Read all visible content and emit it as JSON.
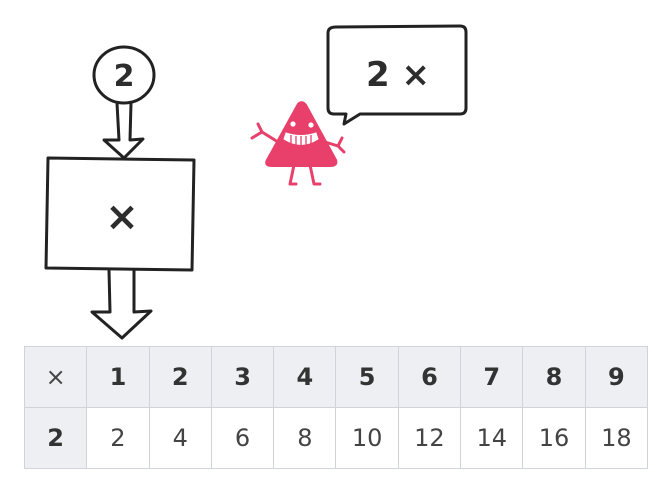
{
  "input_bubble": {
    "value": "2"
  },
  "operation_box": {
    "symbol": "×"
  },
  "speech_bubble": {
    "text": "2 ×"
  },
  "table": {
    "corner_symbol": "×",
    "header_row": [
      "1",
      "2",
      "3",
      "4",
      "5",
      "6",
      "7",
      "8",
      "9"
    ],
    "row_label": "2",
    "products": [
      "2",
      "4",
      "6",
      "8",
      "10",
      "12",
      "14",
      "16",
      "18"
    ]
  },
  "colors": {
    "character_body": "#e8406b",
    "ink": "#222222",
    "table_header_bg": "#edeff3",
    "table_border": "#d0d4da"
  },
  "icons": {
    "character": "pink-triangle-monster-icon"
  }
}
